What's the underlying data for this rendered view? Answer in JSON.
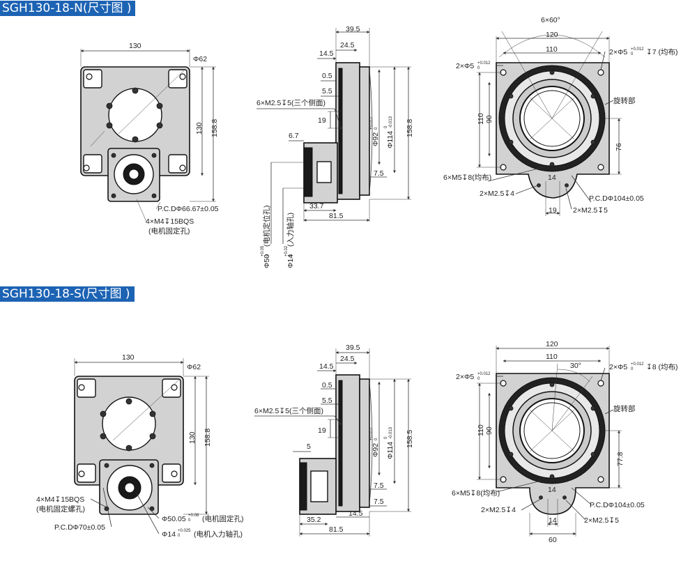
{
  "sections": {
    "n": {
      "title": "SGH130-18-N(尺寸图 )",
      "front": {
        "width": "130",
        "phi_top": "Φ62",
        "height_130": "130",
        "height_158": "158.8",
        "pcd_small": "P.C.DΦ66.67±0.05",
        "motor_holes": "4×M4↧15BQS",
        "motor_holes_note": "(电机固定孔)"
      },
      "side": {
        "d39": "39.5",
        "d24": "24.5",
        "d14": "14.5",
        "d05": "0.5",
        "d55": "5.5",
        "m25": "6×M2.5↧5(三个侧面)",
        "d19": "19",
        "d67": "6.7",
        "phi92": "Φ92",
        "phi92_tol": "+0.012",
        "phi92_tol0": "0",
        "phi114": "Φ114",
        "phi114_tol": "0",
        "phi114_tol2": "-0.013",
        "d158": "158.8",
        "d75": "7.5",
        "d337": "33.7",
        "d815": "81.5",
        "phi50": "Φ50",
        "phi50_tol": "+0.05",
        "phi50_tol0": "0",
        "phi50_note": "(电机定位孔)",
        "phi14": "Φ14",
        "phi14_tol": "+0.02",
        "phi14_tol0": "0",
        "phi14_note": "(入力轴孔)"
      },
      "top": {
        "angle": "6×60°",
        "d120": "120",
        "d110": "110",
        "phi5r": "2×Φ5",
        "phi5r_tol": "+0.012",
        "phi5r_tol0": "0",
        "phi5r_tail": "↧7 (均布)",
        "phi5l": "2×Φ5",
        "phi5l_tol": "+0.012",
        "phi5l_tol0": "0",
        "rotor": "旋转部",
        "v110": "110",
        "v90": "90",
        "v76": "76",
        "m5": "6×M5↧8(均布)",
        "m25_4": "2×M2.5↧4",
        "d14": "14",
        "pcd": "P.C.DΦ104±0.05",
        "d19": "19",
        "m25_5": "2×M2.5↧5"
      }
    },
    "s": {
      "title": "SGH130-18-S(尺寸图 )",
      "front": {
        "width": "130",
        "phi_top": "Φ62",
        "height_130": "130",
        "height_158": "158.8",
        "motor_holes": "4×M4↧15BQS",
        "motor_holes_note": "(电机固定螺孔)",
        "pcd_small": "P.C.DΦ70±0.05",
        "phi5005": "Φ50.05",
        "phi5005_tol": "+0.08",
        "phi5005_tol0": "0",
        "phi5005_note": "(电机固定孔)",
        "phi14": "Φ14",
        "phi14_tol": "+0.025",
        "phi14_tol0": "0",
        "phi14_note": "(电机入力轴孔)"
      },
      "side": {
        "d39": "39.5",
        "d24": "24.5",
        "d14": "14.5",
        "d05": "0.5",
        "d55": "5.5",
        "m25": "6×M2.5↧5(三个侧面)",
        "d19": "19",
        "d5": "5",
        "phi92": "Φ92",
        "phi92_tol": "+0.012",
        "phi92_tol0": "0",
        "phi114": "Φ114",
        "phi114_tol": "0",
        "phi114_tol2": "-0.013",
        "d158": "158.5",
        "d75a": "7.5",
        "d75b": "7.5",
        "d352": "35.2",
        "d145": "14.5",
        "d815": "81.5"
      },
      "top": {
        "d120": "120",
        "d110": "110",
        "angle": "30°",
        "phi5r": "2×Φ5",
        "phi5r_tol": "+0.012",
        "phi5r_tol0": "0",
        "phi5r_tail": "↧8 (均布)",
        "phi5l": "2×Φ5",
        "phi5l_tol": "+0.012",
        "phi5l_tol0": "0",
        "rotor": "旋转部",
        "v110": "110",
        "v90": "90",
        "v778": "77.8",
        "m5": "6×M5↧8(均布)",
        "m25_4": "2×M2.5↧4",
        "d14": "14",
        "pcd": "P.C.DΦ104±0.05",
        "m25_5": "2×M2.5↧5",
        "d14b": "14",
        "d60": "60"
      }
    }
  },
  "colors": {
    "title_bg": "#1d63b4",
    "title_text": "#ffffff",
    "body_fill": "#d2d2d2",
    "ink": "#111111"
  }
}
